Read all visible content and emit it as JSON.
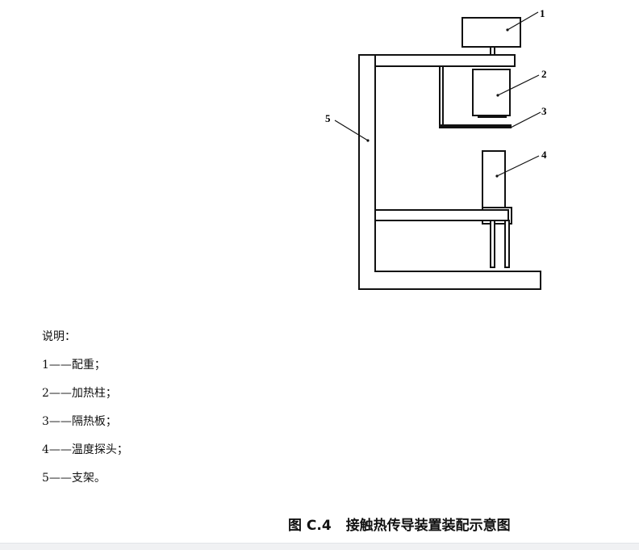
{
  "figure": {
    "part_labels": [
      "1",
      "2",
      "3",
      "4",
      "5"
    ]
  },
  "legend": {
    "title": "说明：",
    "items": [
      "1——配重；",
      "2——加热柱；",
      "3——隔热板；",
      "4——温度探头；",
      "5——支架。"
    ]
  },
  "caption": {
    "number": "图 C.4",
    "title": "接触热传导装置装配示意图"
  }
}
